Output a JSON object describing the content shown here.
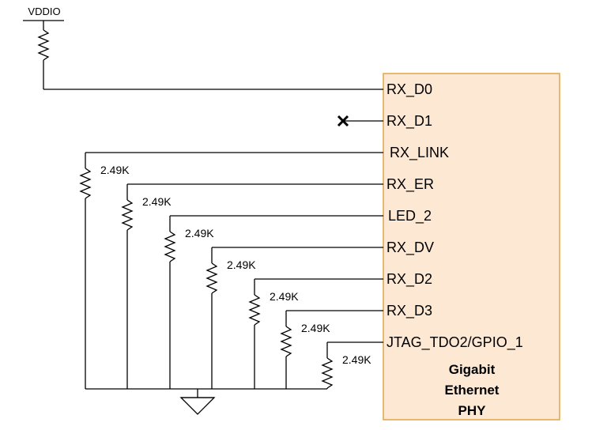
{
  "supply": {
    "label": "VDDIO"
  },
  "phy": {
    "fill": "#fde8d4",
    "border": "#e0a548",
    "name_lines": [
      "Gigabit",
      "Ethernet",
      "PHY"
    ]
  },
  "pins": [
    {
      "name": "RX_D0"
    },
    {
      "name": "RX_D1"
    },
    {
      "name": "RX_LINK"
    },
    {
      "name": "RX_ER"
    },
    {
      "name": "LED_2"
    },
    {
      "name": "RX_DV"
    },
    {
      "name": "RX_D2"
    },
    {
      "name": "RX_D3"
    },
    {
      "name": "JTAG_TDO2/GPIO_1"
    }
  ],
  "pulldown_resistors": [
    {
      "pin": "RX_LINK",
      "value": "2.49K"
    },
    {
      "pin": "RX_ER",
      "value": "2.49K"
    },
    {
      "pin": "LED_2",
      "value": "2.49K"
    },
    {
      "pin": "RX_DV",
      "value": "2.49K"
    },
    {
      "pin": "RX_D2",
      "value": "2.49K"
    },
    {
      "pin": "RX_D3",
      "value": "2.49K"
    },
    {
      "pin": "JTAG_TDO2/GPIO_1",
      "value": "2.49K"
    }
  ],
  "no_connect": {
    "pin": "RX_D1",
    "symbol": "X"
  },
  "pullup": {
    "pin": "RX_D0",
    "supply": "VDDIO"
  },
  "ground": {
    "symbol": "ground"
  }
}
